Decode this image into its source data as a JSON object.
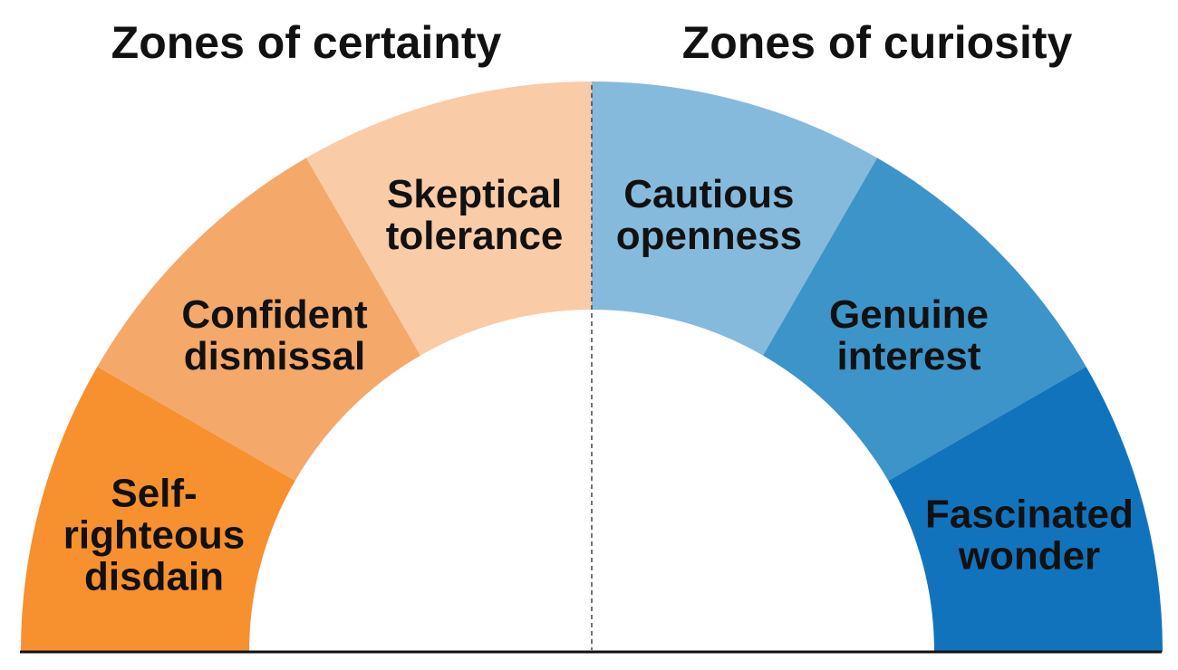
{
  "headings": {
    "certainty": "Zones of certainty",
    "curiosity": "Zones of curiosity"
  },
  "segments": [
    {
      "id": "self-righteous-disdain",
      "lines": [
        "Self-",
        "righteous",
        "disdain"
      ],
      "color": "#f7902f"
    },
    {
      "id": "confident-dismissal",
      "lines": [
        "Confident",
        "dismissal"
      ],
      "color": "#f4a86a"
    },
    {
      "id": "skeptical-tolerance",
      "lines": [
        "Skeptical",
        "tolerance"
      ],
      "color": "#f9cba7"
    },
    {
      "id": "cautious-openness",
      "lines": [
        "Cautious",
        "openness"
      ],
      "color": "#86badd"
    },
    {
      "id": "genuine-interest",
      "lines": [
        "Genuine",
        "interest"
      ],
      "color": "#3d94c9"
    },
    {
      "id": "fascinated-wonder",
      "lines": [
        "Fascinated",
        "wonder"
      ],
      "color": "#1273bd"
    }
  ],
  "colors": {
    "text": "#111111",
    "baseline": "#111111",
    "divider": "#444444"
  }
}
